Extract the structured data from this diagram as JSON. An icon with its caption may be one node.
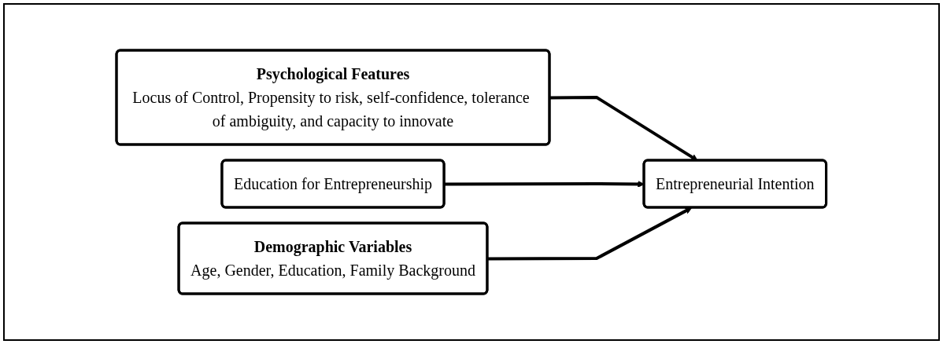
{
  "diagram": {
    "nodes": [
      {
        "text": [
          "Psychological Features",
          "Locus of Control, Propensity to risk, self-confidence, tolerance of ambiguity, and capacity to innovate"
        ]
      },
      {
        "text": [
          "Education for Entrepreneurship"
        ]
      },
      {
        "text": [
          "Demographic Variables",
          "Age, Gender, Education, Family Background"
        ]
      },
      {
        "text": [
          "Entrepreneurial Intention"
        ]
      }
    ],
    "edges": [
      {
        "from": 0,
        "to": 3,
        "arrow": "to"
      },
      {
        "from": 1,
        "to": 3,
        "arrow": "to"
      },
      {
        "from": 2,
        "to": 3,
        "arrow": "to"
      }
    ]
  }
}
